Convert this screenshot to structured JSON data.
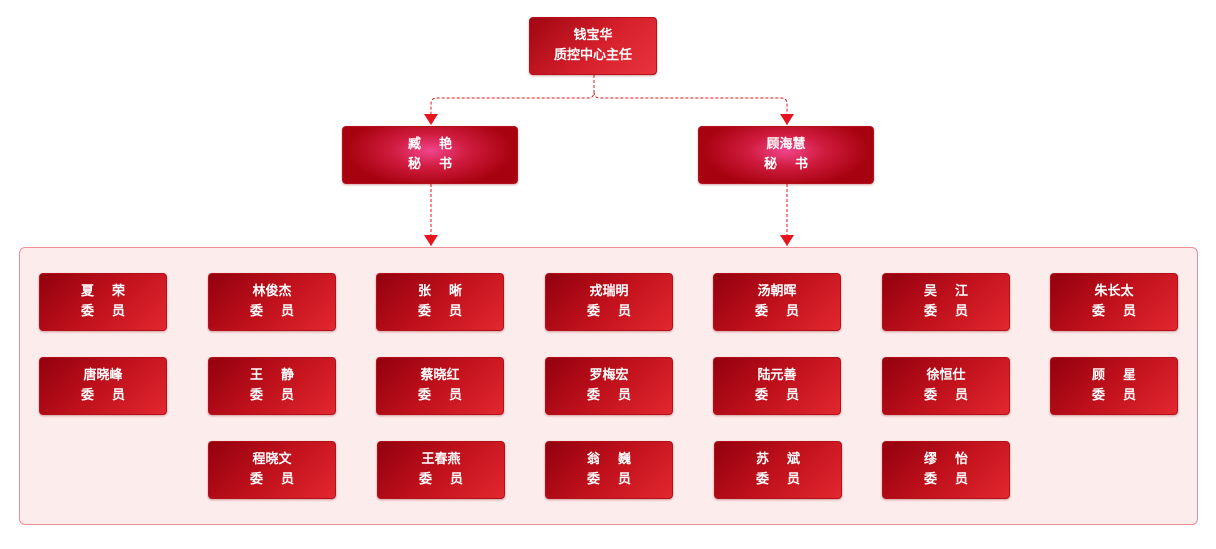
{
  "head": {
    "name": "钱宝华",
    "title": "质控中心主任"
  },
  "secretaries": [
    {
      "name": "臧    艳",
      "title": "秘    书"
    },
    {
      "name": "顾海慧",
      "title": "秘    书"
    }
  ],
  "members": [
    {
      "name": "夏    荣",
      "title": "委    员"
    },
    {
      "name": "林俊杰",
      "title": "委    员"
    },
    {
      "name": "张    晰",
      "title": "委    员"
    },
    {
      "name": "戎瑞明",
      "title": "委    员"
    },
    {
      "name": "汤朝晖",
      "title": "委    员"
    },
    {
      "name": "吴    江",
      "title": "委    员"
    },
    {
      "name": "朱长太",
      "title": "委    员"
    },
    {
      "name": "唐晓峰",
      "title": "委    员"
    },
    {
      "name": "王    静",
      "title": "委    员"
    },
    {
      "name": "蔡晓红",
      "title": "委    员"
    },
    {
      "name": "罗梅宏",
      "title": "委    员"
    },
    {
      "name": "陆元善",
      "title": "委    员"
    },
    {
      "name": "徐恒仕",
      "title": "委    员"
    },
    {
      "name": "顾    星",
      "title": "委    员"
    },
    {
      "name": "程晓文",
      "title": "委    员"
    },
    {
      "name": "王春燕",
      "title": "委    员"
    },
    {
      "name": "翁    巍",
      "title": "委    员"
    },
    {
      "name": "苏    斌",
      "title": "委    员"
    },
    {
      "name": "缪    怡",
      "title": "委    员"
    }
  ],
  "colors": {
    "node_red": "#c0111c",
    "connector": "#e5141e",
    "panel_bg": "#fdecec",
    "panel_border": "#ef8f95"
  }
}
